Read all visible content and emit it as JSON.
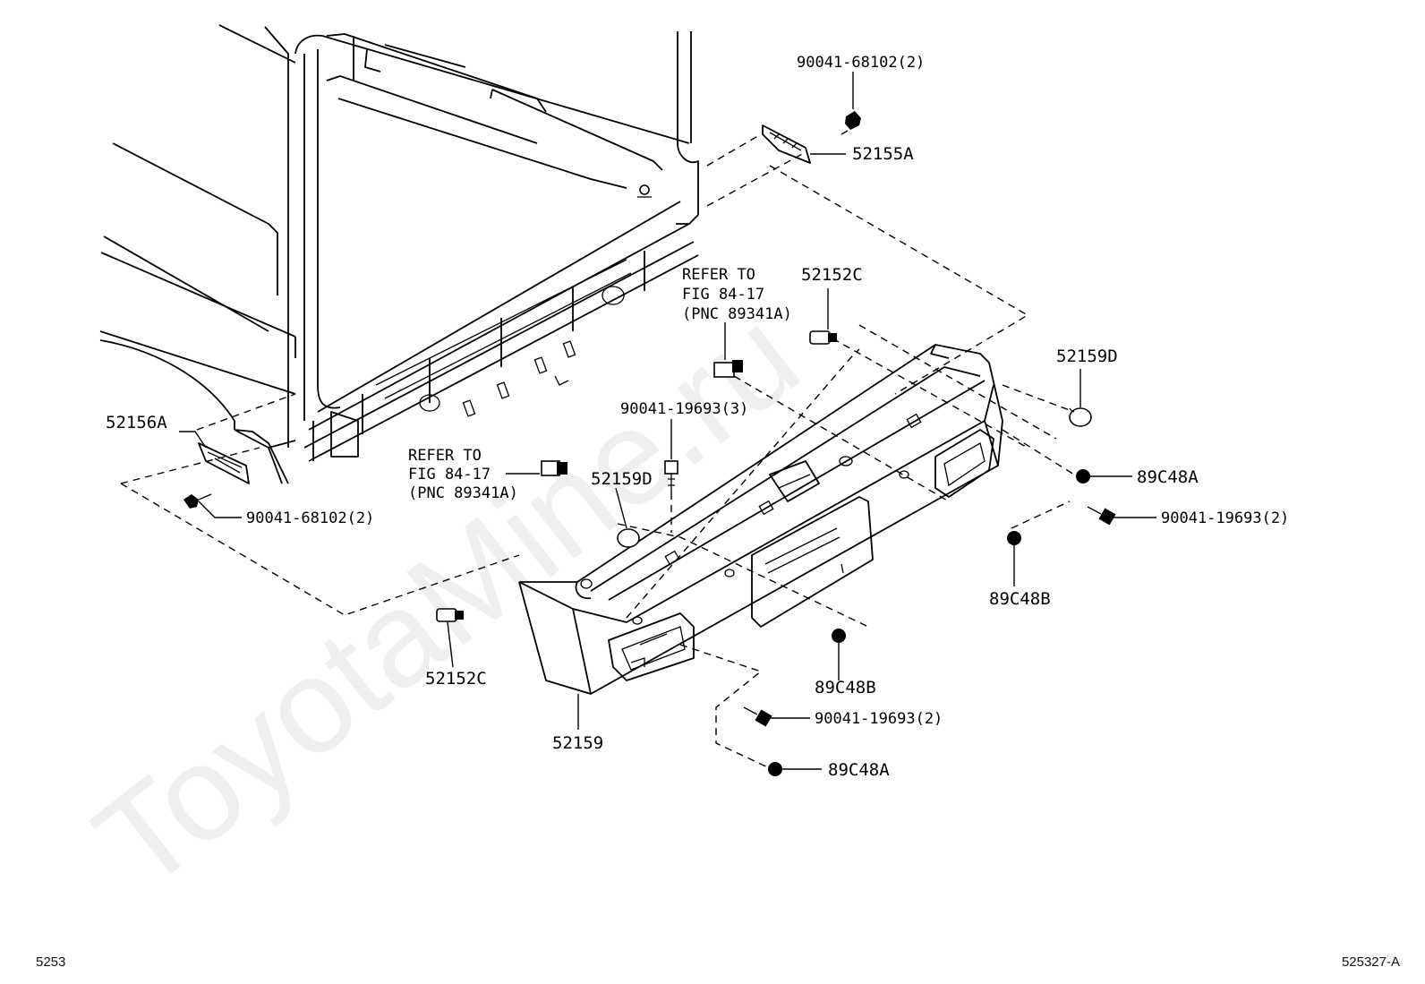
{
  "watermark": "ToyotaMine.ru",
  "footer": {
    "page_number": "5253",
    "illustration_code": "525327-A"
  },
  "callouts": {
    "screw_top": "90041-68102(2)",
    "bracket_top": "52155A",
    "refer_right_1": "REFER TO",
    "refer_right_2": "FIG 84-17",
    "refer_right_3": "(PNC 89341A)",
    "clip_top": "52152C",
    "cap_right": "52159D",
    "bracket_left": "52156A",
    "bolt_center": "90041-19693(3)",
    "refer_left_1": "REFER TO",
    "refer_left_2": "FIG 84-17",
    "refer_left_3": "(PNC 89341A)",
    "cap_center": "52159D",
    "screw_left": "90041-68102(2)",
    "nut_right_a": "89C48A",
    "bolt_right": "90041-19693(2)",
    "nut_right_b": "89C48B",
    "clip_bottom": "52152C",
    "nut_center_b": "89C48B",
    "bumper": "52159",
    "bolt_bottom": "90041-19693(2)",
    "nut_bottom_a": "89C48A"
  }
}
